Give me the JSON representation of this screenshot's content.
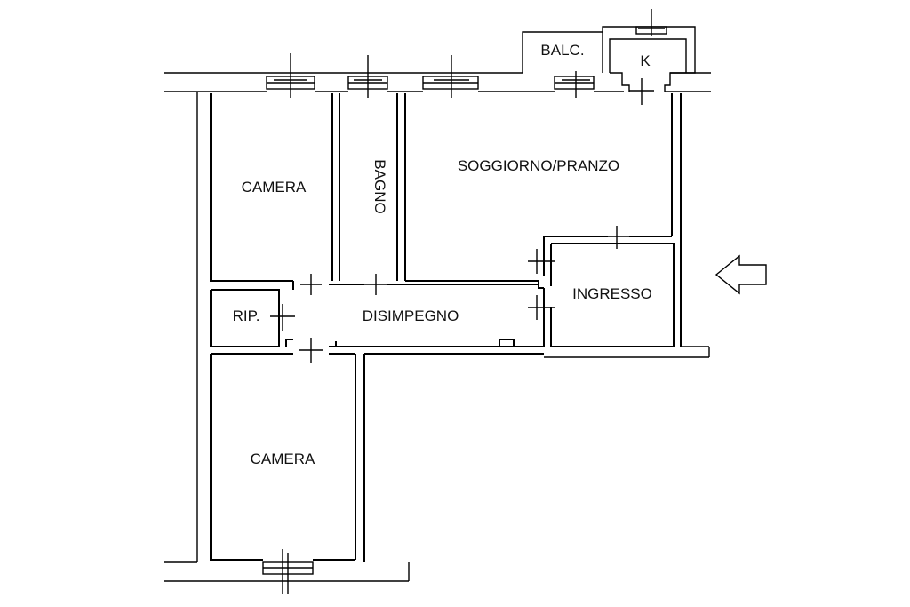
{
  "rooms": {
    "camera_top": "CAMERA",
    "bagno": "BAGNO",
    "soggiorno": "SOGGIORNO/PRANZO",
    "balcone": "BALC.",
    "cucina": "K",
    "ingresso": "INGRESSO",
    "ripostiglio": "RIP.",
    "disimpegno": "DISIMPEGNO",
    "camera_bottom": "CAMERA"
  },
  "colors": {
    "line": "#000000",
    "background": "#ffffff"
  },
  "icons": {
    "entrance": "entrance-arrow-icon"
  }
}
